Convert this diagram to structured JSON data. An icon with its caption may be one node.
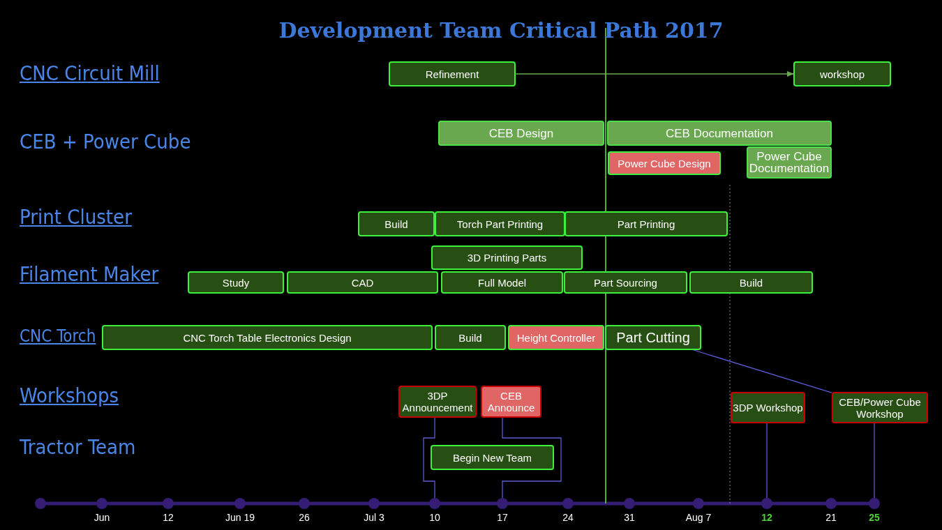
{
  "diagram": {
    "title": "Development Team Critical Path 2017",
    "nodes": [
      {
        "text": [
          "Refinement"
        ]
      },
      {
        "text": [
          "workshop"
        ]
      },
      {
        "text": [
          "CEB Design"
        ]
      },
      {
        "text": [
          "CEB Documentation"
        ]
      },
      {
        "text": [
          "Power Cube Design"
        ]
      },
      {
        "text": [
          "Power Cube Documentation"
        ]
      },
      {
        "text": [
          "Build"
        ]
      },
      {
        "text": [
          "Torch Part Printing"
        ]
      },
      {
        "text": [
          "Part Printing"
        ]
      },
      {
        "text": [
          "3D Printing Parts"
        ]
      },
      {
        "text": [
          "Study"
        ]
      },
      {
        "text": [
          "CAD"
        ]
      },
      {
        "text": [
          "Full Model"
        ]
      },
      {
        "text": [
          "Part Sourcing"
        ]
      },
      {
        "text": [
          "Build"
        ]
      },
      {
        "text": [
          "CNC Torch Table Electronics Design"
        ]
      },
      {
        "text": [
          "Build"
        ]
      },
      {
        "text": [
          "Height Controller"
        ]
      },
      {
        "text": [
          "Part Cutting"
        ]
      },
      {
        "text": [
          "3DP Announcement"
        ]
      },
      {
        "text": [
          "CEB Announce"
        ]
      },
      {
        "text": [
          "3DP Workshop"
        ]
      },
      {
        "text": [
          "CEB/Power Cube Workshop"
        ]
      },
      {
        "text": [
          "Begin New Team"
        ]
      },
      {
        "text": [],
        "shape": "circle"
      },
      {
        "text": [],
        "shape": "circle",
        "beside": [
          "Jun"
        ]
      },
      {
        "text": [],
        "shape": "circle",
        "beside": [
          "12"
        ]
      },
      {
        "text": [],
        "shape": "circle",
        "beside": [
          "Jun 19"
        ]
      },
      {
        "text": [],
        "shape": "circle",
        "beside": [
          "26"
        ]
      },
      {
        "text": [],
        "shape": "circle",
        "beside": [
          "Jul 3"
        ]
      },
      {
        "text": [],
        "shape": "circle",
        "beside": [
          "10"
        ]
      },
      {
        "text": [],
        "shape": "circle",
        "beside": [
          "17"
        ]
      },
      {
        "text": [],
        "shape": "circle",
        "beside": [
          "24"
        ]
      },
      {
        "text": [],
        "shape": "circle",
        "beside": [
          "31"
        ]
      },
      {
        "text": [],
        "shape": "circle",
        "beside": [
          "Aug 7"
        ]
      },
      {
        "text": [],
        "shape": "circle",
        "beside": [
          "12"
        ]
      },
      {
        "text": [],
        "shape": "circle",
        "beside": [
          "21"
        ]
      },
      {
        "text": [],
        "shape": "circle",
        "beside": [
          "25"
        ]
      }
    ],
    "edges": [
      {
        "from": 0,
        "to": 1,
        "arrow": "to",
        "color": "#6aa84f"
      },
      {
        "from": 18,
        "to": 22,
        "arrow": "none"
      },
      {
        "from": 19,
        "to": 30,
        "arrow": "none"
      },
      {
        "from": 20,
        "to": 31,
        "arrow": "none"
      },
      {
        "from": 21,
        "to": 35,
        "arrow": "none"
      },
      {
        "from": 22,
        "to": 37,
        "arrow": "none"
      }
    ],
    "labels": [
      "CNC Circuit Mill",
      "CEB + Power Cube",
      "Print Cluster",
      "Filament Maker",
      "CNC Torch",
      "Workshops",
      "Tractor Team"
    ]
  }
}
